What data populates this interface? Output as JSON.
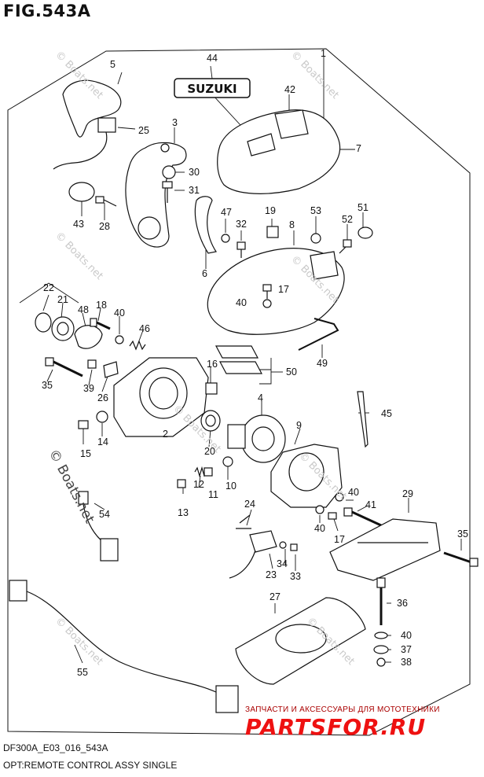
{
  "figure": {
    "title": "FIG.543A",
    "code": "DF300A_E03_016_543A",
    "description": "OPT:REMOTE CONTROL ASSY SINGLE"
  },
  "brand_badge": "SUZUKI",
  "watermarks": {
    "main": "© Boats.net",
    "small": "© Boats.net"
  },
  "shop": {
    "line": "ЗАПЧАСТИ И АКСЕССУАРЫ ДЛЯ МОТОТЕХНИКИ",
    "logo": "PARTSFOR.RU"
  },
  "part_numbers": [
    {
      "id": "p1",
      "label": "1"
    },
    {
      "id": "p2",
      "label": "2"
    },
    {
      "id": "p3",
      "label": "3"
    },
    {
      "id": "p4",
      "label": "4"
    },
    {
      "id": "p5",
      "label": "5"
    },
    {
      "id": "p6",
      "label": "6"
    },
    {
      "id": "p7",
      "label": "7"
    },
    {
      "id": "p8",
      "label": "8"
    },
    {
      "id": "p9",
      "label": "9"
    },
    {
      "id": "p10",
      "label": "10"
    },
    {
      "id": "p11",
      "label": "11"
    },
    {
      "id": "p12",
      "label": "12"
    },
    {
      "id": "p13",
      "label": "13"
    },
    {
      "id": "p14",
      "label": "14"
    },
    {
      "id": "p15",
      "label": "15"
    },
    {
      "id": "p16",
      "label": "16"
    },
    {
      "id": "p17a",
      "label": "17"
    },
    {
      "id": "p17b",
      "label": "17"
    },
    {
      "id": "p18",
      "label": "18"
    },
    {
      "id": "p19",
      "label": "19"
    },
    {
      "id": "p20",
      "label": "20"
    },
    {
      "id": "p21",
      "label": "21"
    },
    {
      "id": "p22",
      "label": "22"
    },
    {
      "id": "p23",
      "label": "23"
    },
    {
      "id": "p24",
      "label": "24"
    },
    {
      "id": "p25",
      "label": "25"
    },
    {
      "id": "p26",
      "label": "26"
    },
    {
      "id": "p27",
      "label": "27"
    },
    {
      "id": "p28",
      "label": "28"
    },
    {
      "id": "p29",
      "label": "29"
    },
    {
      "id": "p30",
      "label": "30"
    },
    {
      "id": "p31",
      "label": "31"
    },
    {
      "id": "p32",
      "label": "32"
    },
    {
      "id": "p33",
      "label": "33"
    },
    {
      "id": "p34",
      "label": "34"
    },
    {
      "id": "p35a",
      "label": "35"
    },
    {
      "id": "p35b",
      "label": "35"
    },
    {
      "id": "p36",
      "label": "36"
    },
    {
      "id": "p37",
      "label": "37"
    },
    {
      "id": "p38",
      "label": "38"
    },
    {
      "id": "p39",
      "label": "39"
    },
    {
      "id": "p40a",
      "label": "40"
    },
    {
      "id": "p40b",
      "label": "40"
    },
    {
      "id": "p40c",
      "label": "40"
    },
    {
      "id": "p40d",
      "label": "40"
    },
    {
      "id": "p40e",
      "label": "40"
    },
    {
      "id": "p41",
      "label": "41"
    },
    {
      "id": "p42",
      "label": "42"
    },
    {
      "id": "p43",
      "label": "43"
    },
    {
      "id": "p44",
      "label": "44"
    },
    {
      "id": "p45",
      "label": "45"
    },
    {
      "id": "p46",
      "label": "46"
    },
    {
      "id": "p47",
      "label": "47"
    },
    {
      "id": "p48",
      "label": "48"
    },
    {
      "id": "p49",
      "label": "49"
    },
    {
      "id": "p50",
      "label": "50"
    },
    {
      "id": "p51",
      "label": "51"
    },
    {
      "id": "p52",
      "label": "52"
    },
    {
      "id": "p53",
      "label": "53"
    },
    {
      "id": "p54",
      "label": "54"
    },
    {
      "id": "p55",
      "label": "55"
    }
  ]
}
